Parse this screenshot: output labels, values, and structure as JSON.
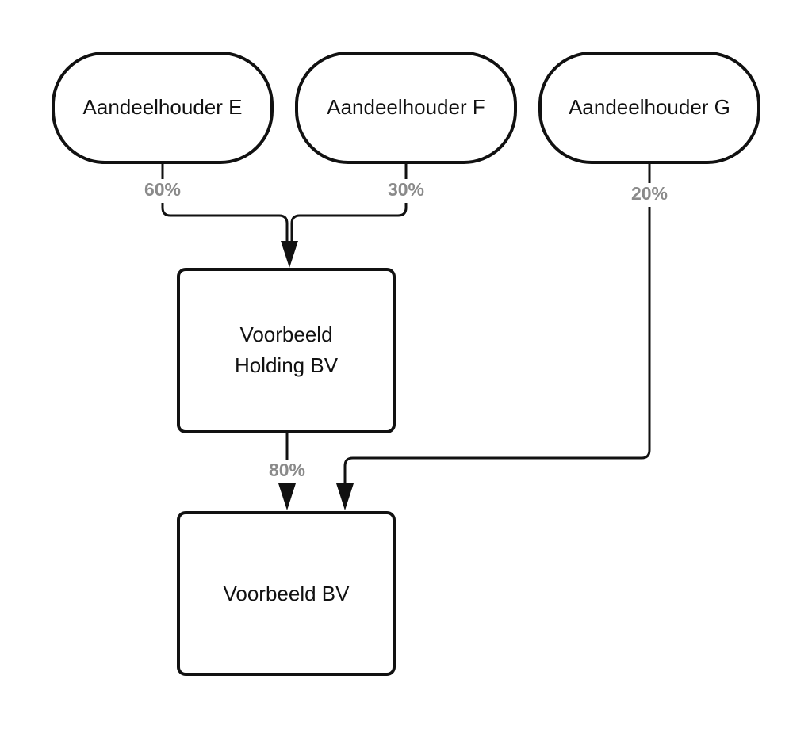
{
  "colors": {
    "stroke": "#111111",
    "percentage_text": "#8a8a8a",
    "background": "#ffffff"
  },
  "nodes": {
    "shareholder_e": {
      "label": "Aandeelhouder E"
    },
    "shareholder_f": {
      "label": "Aandeelhouder F"
    },
    "shareholder_g": {
      "label": "Aandeelhouder G"
    },
    "holding": {
      "label_line1": "Voorbeeld",
      "label_line2": "Holding BV"
    },
    "company": {
      "label": "Voorbeeld BV"
    }
  },
  "edges": {
    "e_to_holding": {
      "percentage": "60%"
    },
    "f_to_holding": {
      "percentage": "30%"
    },
    "g_to_company": {
      "percentage": "20%"
    },
    "holding_to_company": {
      "percentage": "80%"
    }
  }
}
